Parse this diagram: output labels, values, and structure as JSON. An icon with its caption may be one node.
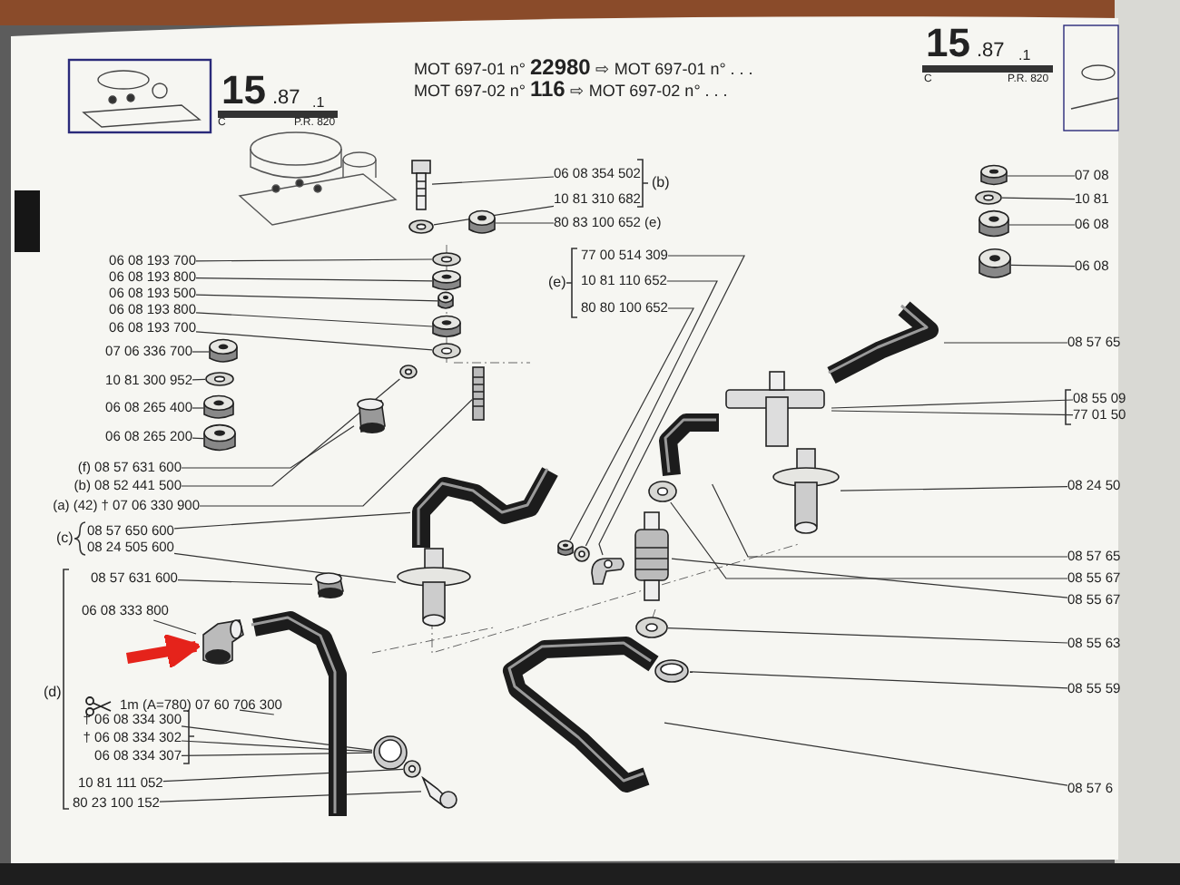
{
  "diagram": {
    "nodes": [
      {
        "text": [
          "06 08 354 502"
        ]
      },
      {
        "text": [
          "10 81 310 682"
        ]
      },
      {
        "text": [
          "80 83 100 652 (e)"
        ]
      },
      {
        "text": [
          "77 00 514 309"
        ]
      },
      {
        "text": [
          "10 81 110 652"
        ]
      },
      {
        "text": [
          "80 80 100 652"
        ]
      },
      {
        "text": [
          "06 08 193 700"
        ]
      },
      {
        "text": [
          "06 08 193 800"
        ]
      },
      {
        "text": [
          "06 08 193 500"
        ]
      },
      {
        "text": [
          "06 08 193 800"
        ]
      },
      {
        "text": [
          "06 08 193 700"
        ]
      },
      {
        "text": [
          "07 06 336 700"
        ]
      },
      {
        "text": [
          "10 81 300 952"
        ]
      },
      {
        "text": [
          "06 08 265 400"
        ]
      },
      {
        "text": [
          "06 08 265 200"
        ]
      },
      {
        "text": [
          "(f) 08 57 631 600"
        ]
      },
      {
        "text": [
          "(b) 08 52 441 500"
        ]
      },
      {
        "text": [
          "(a) (42) † 07 06 330 900"
        ]
      },
      {
        "text": [
          "08 57 650 600"
        ]
      },
      {
        "text": [
          "08 24 505 600"
        ]
      },
      {
        "text": [
          "08 57 631 600"
        ]
      },
      {
        "text": [
          "06 08 333 800"
        ]
      },
      {
        "text": [
          "1m (A=780) 07 60 706 300"
        ]
      },
      {
        "text": [
          "† 06 08 334 300"
        ]
      },
      {
        "text": [
          "† 06 08 334 302"
        ]
      },
      {
        "text": [
          "06 08 334 307"
        ]
      },
      {
        "text": [
          "10 81 111 052"
        ]
      },
      {
        "text": [
          "80 23 100 152"
        ]
      },
      {
        "text": [
          "07 08"
        ]
      },
      {
        "text": [
          "10 81"
        ]
      },
      {
        "text": [
          "06 08"
        ]
      },
      {
        "text": [
          "06 08"
        ]
      },
      {
        "text": [
          "08 57 65"
        ]
      },
      {
        "text": [
          "08 55 09"
        ]
      },
      {
        "text": [
          "77 01 50"
        ]
      },
      {
        "text": [
          "08 24 50"
        ]
      },
      {
        "text": [
          "08 57 65"
        ]
      },
      {
        "text": [
          "08 55 67"
        ]
      },
      {
        "text": [
          "08 55 67"
        ]
      },
      {
        "text": [
          "08 55 63"
        ]
      },
      {
        "text": [
          "08 55 59"
        ]
      },
      {
        "text": [
          "08 57 6"
        ]
      },
      {
        "text": [],
        "shape": "picture"
      },
      {
        "text": [],
        "shape": "picture"
      },
      {
        "text": [],
        "shape": "cylinder"
      },
      {
        "text": [],
        "shape": "picture"
      },
      {
        "text": [],
        "shape": "picture"
      },
      {
        "text": [],
        "shape": "picture"
      },
      {
        "text": [],
        "shape": "picture"
      },
      {
        "text": [],
        "shape": "cylinder"
      },
      {
        "text": [],
        "shape": "picture"
      },
      {
        "text": [],
        "shape": "cylinder"
      },
      {
        "text": [],
        "shape": "picture"
      },
      {
        "text": [],
        "shape": "cylinder"
      },
      {
        "text": [],
        "shape": "picture"
      },
      {
        "text": [],
        "shape": "cylinder"
      },
      {
        "text": [],
        "shape": "cylinder"
      },
      {
        "text": [],
        "shape": "picture"
      },
      {
        "text": [],
        "shape": "picture"
      },
      {
        "text": [],
        "shape": "picture"
      },
      {
        "text": [],
        "shape": "picture"
      },
      {
        "text": [],
        "shape": "picture"
      },
      {
        "text": [],
        "shape": "picture"
      },
      {
        "text": [],
        "shape": "picture"
      },
      {
        "text": [],
        "shape": "picture"
      },
      {
        "text": [],
        "shape": "picture"
      },
      {
        "text": [],
        "shape": "picture"
      },
      {
        "text": [],
        "shape": "picture"
      },
      {
        "text": [],
        "shape": "cylinder"
      },
      {
        "text": [],
        "shape": "picture"
      },
      {
        "text": [],
        "shape": "cylinder"
      },
      {
        "text": [],
        "shape": "cylinder"
      },
      {
        "text": [],
        "shape": "picture"
      },
      {
        "text": [],
        "shape": "picture"
      },
      {
        "text": [],
        "shape": "picture"
      },
      {
        "text": [],
        "shape": "picture"
      },
      {
        "text": [],
        "shape": "picture"
      },
      {
        "text": [],
        "shape": "picture"
      },
      {
        "text": [],
        "shape": "picture"
      },
      {
        "text": [],
        "shape": "picture"
      },
      {
        "text": [],
        "shape": "picture"
      }
    ],
    "edges": [
      {
        "from": 0,
        "to": 42,
        "arrow": "none"
      },
      {
        "from": 1,
        "to": 43,
        "arrow": "none"
      },
      {
        "from": 2,
        "to": 44,
        "arrow": "none"
      },
      {
        "from": 3,
        "to": 47,
        "arrow": "none"
      },
      {
        "from": 4,
        "to": 46,
        "arrow": "none"
      },
      {
        "from": 5,
        "to": 45,
        "arrow": "none"
      },
      {
        "from": 6,
        "to": 48,
        "arrow": "none"
      },
      {
        "from": 7,
        "to": 49,
        "arrow": "none"
      },
      {
        "from": 8,
        "to": 50,
        "arrow": "none"
      },
      {
        "from": 9,
        "to": 51,
        "arrow": "none"
      },
      {
        "from": 10,
        "to": 52,
        "arrow": "none"
      },
      {
        "from": 11,
        "to": 53,
        "arrow": "none"
      },
      {
        "from": 12,
        "to": 54,
        "arrow": "none"
      },
      {
        "from": 13,
        "to": 55,
        "arrow": "none"
      },
      {
        "from": 14,
        "to": 56,
        "arrow": "none"
      },
      {
        "from": 15,
        "to": 57,
        "arrow": "none"
      },
      {
        "from": 16,
        "to": 58,
        "arrow": "none"
      },
      {
        "from": 17,
        "to": 59,
        "arrow": "none"
      },
      {
        "from": 18,
        "to": 60,
        "arrow": "none"
      },
      {
        "from": 19,
        "to": 61,
        "arrow": "none"
      },
      {
        "from": 20,
        "to": 62,
        "arrow": "none"
      },
      {
        "from": 21,
        "to": 63,
        "arrow": "none"
      },
      {
        "from": 22,
        "to": 64,
        "arrow": "none"
      },
      {
        "from": 23,
        "to": 65,
        "arrow": "none"
      },
      {
        "from": 24,
        "to": 65,
        "arrow": "none"
      },
      {
        "from": 25,
        "to": 65,
        "arrow": "none"
      },
      {
        "from": 26,
        "to": 66,
        "arrow": "none"
      },
      {
        "from": 27,
        "to": 67,
        "arrow": "none"
      },
      {
        "from": 28,
        "to": 68,
        "arrow": "none"
      },
      {
        "from": 29,
        "to": 69,
        "arrow": "none"
      },
      {
        "from": 30,
        "to": 70,
        "arrow": "none"
      },
      {
        "from": 31,
        "to": 71,
        "arrow": "none"
      },
      {
        "from": 32,
        "to": 72,
        "arrow": "none"
      },
      {
        "from": 33,
        "to": 73,
        "arrow": "none"
      },
      {
        "from": 34,
        "to": 73,
        "arrow": "none"
      },
      {
        "from": 35,
        "to": 74,
        "arrow": "none"
      },
      {
        "from": 36,
        "to": 75,
        "arrow": "none"
      },
      {
        "from": 37,
        "to": 76,
        "arrow": "none"
      },
      {
        "from": 38,
        "to": 77,
        "arrow": "none"
      },
      {
        "from": 39,
        "to": 78,
        "arrow": "none"
      },
      {
        "from": 40,
        "to": 79,
        "arrow": "none"
      },
      {
        "from": 41,
        "to": 80,
        "arrow": "none"
      },
      {
        "from": null,
        "to": 63,
        "arrow": "to",
        "style": "thick",
        "color": "#e5231b"
      }
    ],
    "labels": [
      "15",
      ".87",
      ".1",
      "C",
      "P.R. 820",
      "MOT 697-01 n° **22980** ⇨ MOT 697-01 n° . . .",
      "MOT 697-02 n° **116** ⇨ MOT 697-02 n° . . .",
      "15",
      ".87",
      ".1",
      "C",
      "P.R. 820",
      "(b)",
      "(e)",
      "(c)",
      "(d)"
    ]
  }
}
